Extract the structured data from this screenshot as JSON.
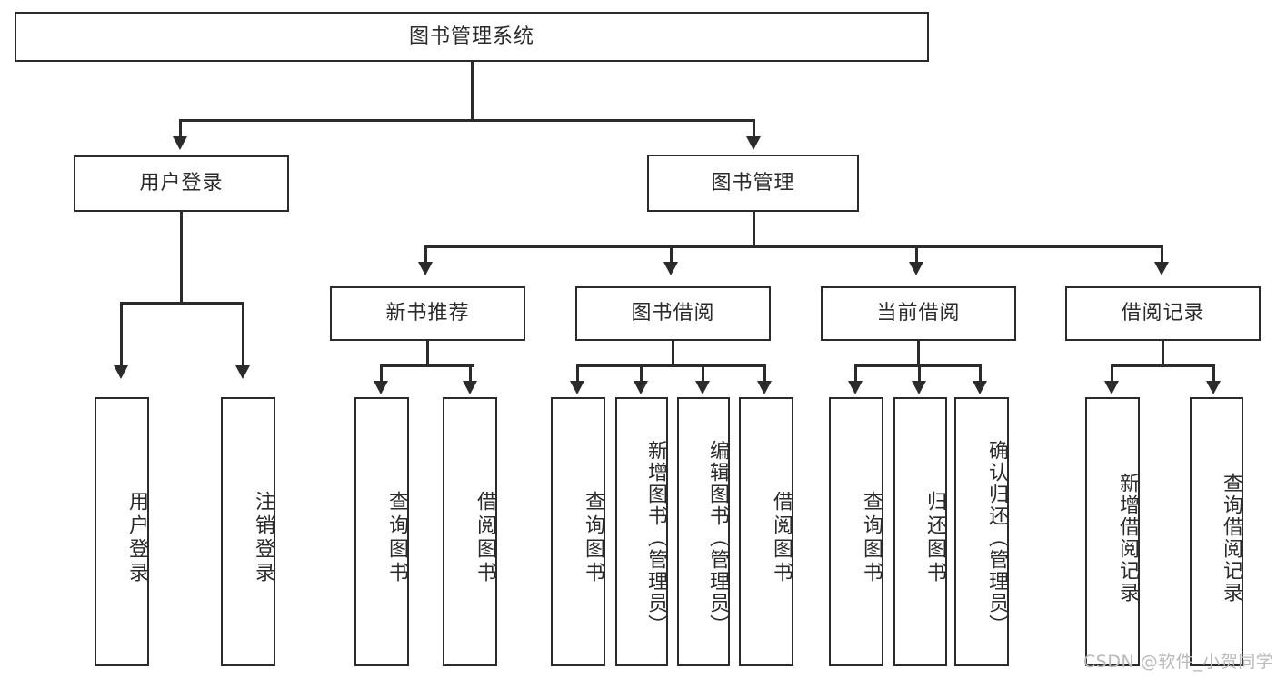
{
  "diagram": {
    "title": "图书管理系统",
    "root": {
      "label": "图书管理系统"
    },
    "level2": [
      {
        "label": "用户登录"
      },
      {
        "label": "图书管理"
      }
    ],
    "level3": [
      {
        "label": "新书推荐"
      },
      {
        "label": "图书借阅"
      },
      {
        "label": "当前借阅"
      },
      {
        "label": "借阅记录"
      }
    ],
    "leaves": [
      {
        "label": "用户登录"
      },
      {
        "label": "注销登录"
      },
      {
        "label": "查询图书"
      },
      {
        "label": "借阅图书"
      },
      {
        "label": "查询图书"
      },
      {
        "label": "新增图书（管理员）"
      },
      {
        "label": "编辑图书（管理员）"
      },
      {
        "label": "借阅图书"
      },
      {
        "label": "查询图书"
      },
      {
        "label": "归还图书"
      },
      {
        "label": "确认归还（管理员）"
      },
      {
        "label": "新增借阅记录"
      },
      {
        "label": "查询借阅记录"
      }
    ]
  },
  "watermark": {
    "text": "CSDN @软件_小贺同学"
  },
  "colors": {
    "stroke": "#2b2b2b",
    "background": "#ffffff",
    "watermark": "#b9b9b9"
  }
}
